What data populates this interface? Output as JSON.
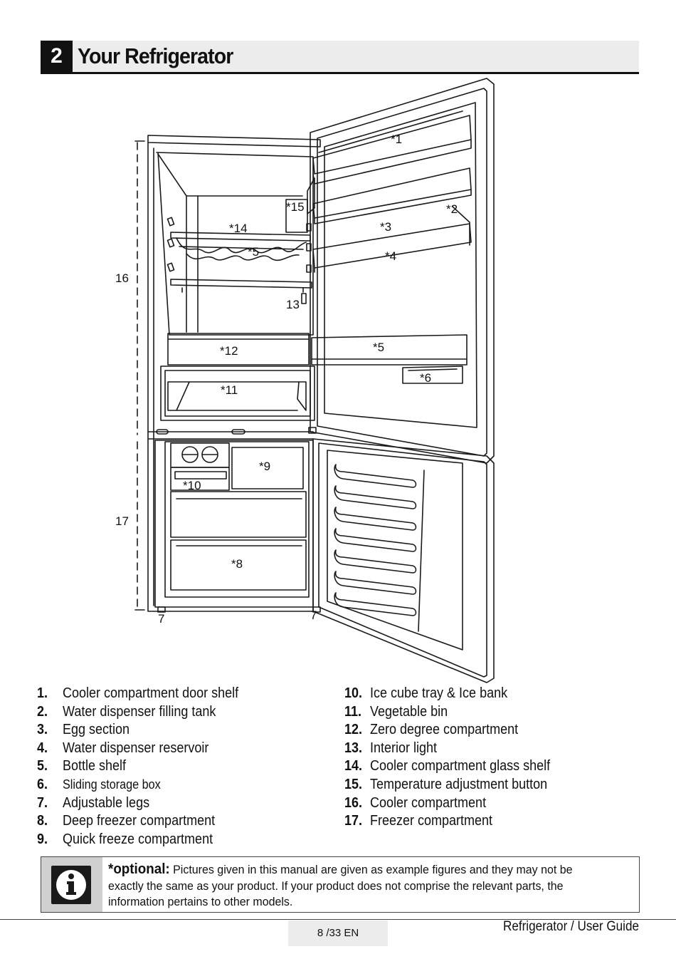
{
  "section": {
    "number": "2",
    "title": "Your Refrigerator"
  },
  "figure": {
    "callouts": [
      "*1",
      "*2",
      "*3",
      "*4",
      "*5",
      "*5",
      "*6",
      "7",
      "7",
      "*8",
      "*9",
      "*10",
      "*11",
      "*12",
      "13",
      "*14",
      "*15",
      "16",
      "17"
    ]
  },
  "legend": {
    "items": [
      {
        "num": "1.",
        "label": "Cooler compartment door shelf"
      },
      {
        "num": "2.",
        "label": "Water dispenser filling tank"
      },
      {
        "num": "3.",
        "label": "Egg section"
      },
      {
        "num": "4.",
        "label": "Water dispenser reservoir"
      },
      {
        "num": "5.",
        "label": "Bottle shelf"
      },
      {
        "num": "6.",
        "label": "Sliding storage box"
      },
      {
        "num": "7.",
        "label": "Adjustable legs"
      },
      {
        "num": "8.",
        "label": "Deep freezer compartment"
      },
      {
        "num": "9.",
        "label": "Quick freeze compartment"
      },
      {
        "num": "10.",
        "label": "Ice cube tray & Ice bank"
      },
      {
        "num": "11.",
        "label": "Vegetable bin"
      },
      {
        "num": "12.",
        "label": "Zero degree compartment"
      },
      {
        "num": "13.",
        "label": "Interior light"
      },
      {
        "num": "14.",
        "label": "Cooler compartment glass shelf"
      },
      {
        "num": "15.",
        "label": "Temperature adjustment button"
      },
      {
        "num": "16.",
        "label": "Cooler compartment"
      },
      {
        "num": "17.",
        "label": "Freezer compartment"
      }
    ]
  },
  "note": {
    "icon": "info-icon",
    "label": "*optional:",
    "text": "Pictures given in this manual are given as example figures and they may not be exactly the same as your product. If your product does not comprise the relevant parts, the information pertains to other models."
  },
  "footer": {
    "page": "8 /33 EN",
    "title": "Refrigerator / User Guide"
  }
}
